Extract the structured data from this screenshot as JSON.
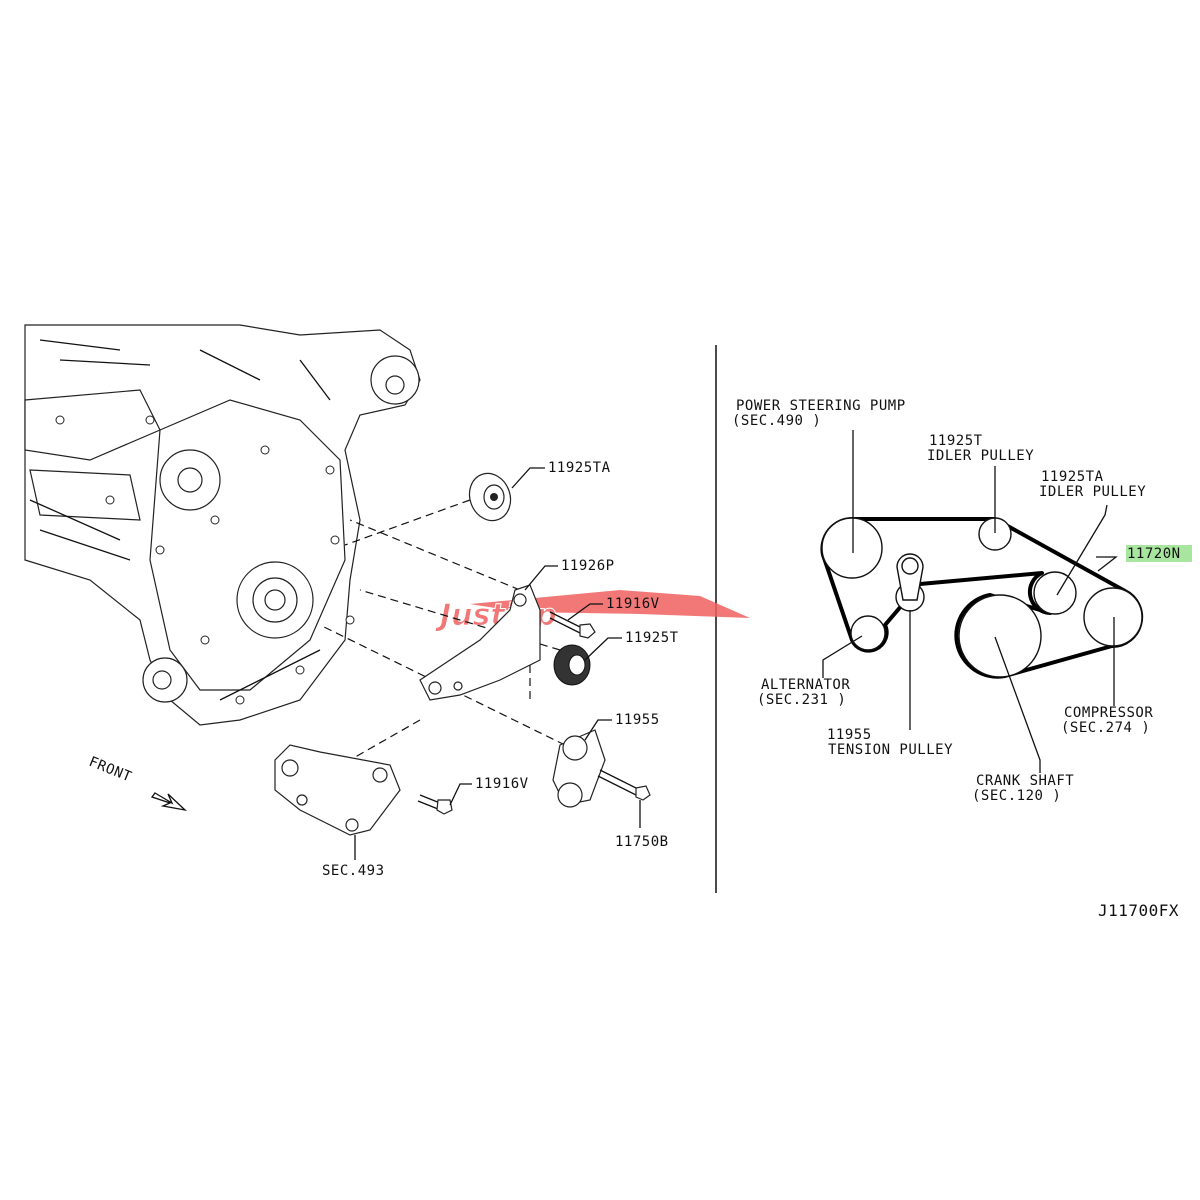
{
  "left": {
    "callouts": {
      "p11925TA": "11925TA",
      "p11926P": "11926P",
      "p11916V_top": "11916V",
      "p11925T": "11925T",
      "p11955": "11955",
      "p11916V_bottom": "11916V",
      "p11750B": "11750B",
      "sec493": "SEC.493"
    },
    "front_label": "FRONT",
    "watermark": "Justjap"
  },
  "right": {
    "power_steering": {
      "name": "POWER STEERING PUMP",
      "sec": "(SEC.490 )"
    },
    "idler_t": {
      "part": "11925T",
      "name": "IDLER PULLEY"
    },
    "idler_ta": {
      "part": "11925TA",
      "name": "IDLER PULLEY"
    },
    "belt": {
      "part": "11720N",
      "highlight": "#a8e6a0"
    },
    "alternator": {
      "name": "ALTERNATOR",
      "sec": "(SEC.231 )"
    },
    "tension": {
      "part": "11955",
      "name": "TENSION PULLEY"
    },
    "crank": {
      "name": "CRANK SHAFT",
      "sec": "(SEC.120 )"
    },
    "compressor": {
      "name": "COMPRESSOR",
      "sec": "(SEC.274 )"
    }
  },
  "diagram_code": "J11700FX",
  "colors": {
    "watermark": "#f06060",
    "ink": "#111111"
  }
}
